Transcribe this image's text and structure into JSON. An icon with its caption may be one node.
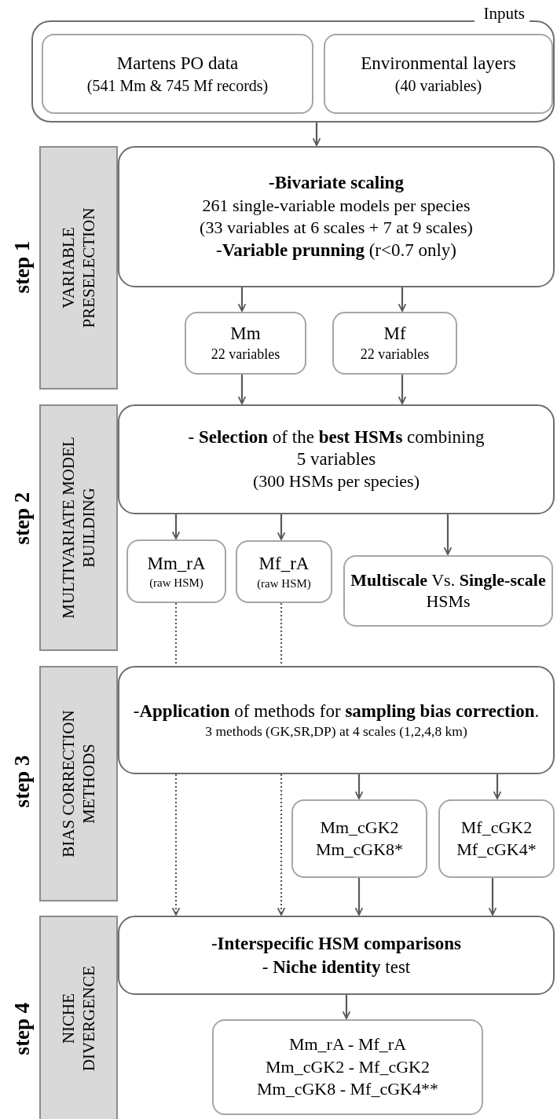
{
  "diagram": {
    "nodes": [
      {
        "text": [
          "Inputs"
        ]
      },
      {
        "text": [
          "Martens PO data",
          "(541 Mm & 745 Mf records)"
        ],
        "in": 0
      },
      {
        "text": [
          "Environmental layers",
          "(40 variables)"
        ],
        "in": 0
      },
      {
        "text": [
          "VARIABLE PRESELECTION"
        ],
        "beside": [
          "step 1"
        ]
      },
      {
        "text": [
          "-Bivariate scaling",
          "261 single-variable models per species",
          "(33 variables at 6 scales + 7 at 9 scales)",
          "-**Variable prunning** (r<0.7 only)"
        ]
      },
      {
        "text": [
          "Mm",
          "22 variables"
        ]
      },
      {
        "text": [
          "Mf",
          "22 variables"
        ]
      },
      {
        "text": [
          "MULTIVARIATE MODEL BUILDING"
        ],
        "beside": [
          "step 2"
        ]
      },
      {
        "text": [
          "- **Selection** of the **best HSMs** combining 5 variables",
          "(300 HSMs per species)"
        ]
      },
      {
        "text": [
          "Mm_rA",
          "(raw HSM)"
        ]
      },
      {
        "text": [
          "Mf_rA",
          "(raw HSM)"
        ]
      },
      {
        "text": [
          "**Multiscale** Vs. **Single-scale** HSMs"
        ]
      },
      {
        "text": [
          "BIAS CORRECTION METHODS"
        ],
        "beside": [
          "step 3"
        ]
      },
      {
        "text": [
          "-**Application** of methods for **sampling bias correction**.",
          "3 methods (GK,SR,DP) at 4 scales (1,2,4,8 km)"
        ]
      },
      {
        "text": [
          "Mm_cGK2",
          "Mm_cGK8*"
        ]
      },
      {
        "text": [
          "Mf_cGK2",
          "Mf_cGK4*"
        ]
      },
      {
        "text": [
          "NICHE DIVERGENCE"
        ],
        "beside": [
          "step 4"
        ]
      },
      {
        "text": [
          "-**Interspecific HSM comparisons**",
          "- **Niche identity** test"
        ]
      },
      {
        "text": [
          "Mm_rA - Mf_rA",
          "Mm_cGK2 - Mf_cGK2",
          "Mm_cGK8 - Mf_cGK4**"
        ]
      }
    ],
    "edges": [
      {
        "from": 0,
        "to": 4,
        "arrow": "to"
      },
      {
        "from": 4,
        "to": 5,
        "arrow": "to"
      },
      {
        "from": 4,
        "to": 6,
        "arrow": "to"
      },
      {
        "from": 5,
        "to": 8,
        "arrow": "to"
      },
      {
        "from": 6,
        "to": 8,
        "arrow": "to"
      },
      {
        "from": 8,
        "to": 9,
        "arrow": "to"
      },
      {
        "from": 8,
        "to": 10,
        "arrow": "to"
      },
      {
        "from": 8,
        "to": 11,
        "arrow": "to"
      },
      {
        "from": 9,
        "to": 13,
        "arrow": "none",
        "style": "dashed"
      },
      {
        "from": 10,
        "to": 13,
        "arrow": "none",
        "style": "dashed"
      },
      {
        "from": 13,
        "to": 17,
        "arrow": "to",
        "style": "dashed"
      },
      {
        "from": 13,
        "to": 17,
        "arrow": "to",
        "style": "dashed"
      },
      {
        "from": 13,
        "to": 14,
        "arrow": "to"
      },
      {
        "from": 13,
        "to": 15,
        "arrow": "to"
      },
      {
        "from": 14,
        "to": 17,
        "arrow": "to"
      },
      {
        "from": 15,
        "to": 17,
        "arrow": "to"
      },
      {
        "from": 17,
        "to": 18,
        "arrow": "to"
      }
    ]
  }
}
